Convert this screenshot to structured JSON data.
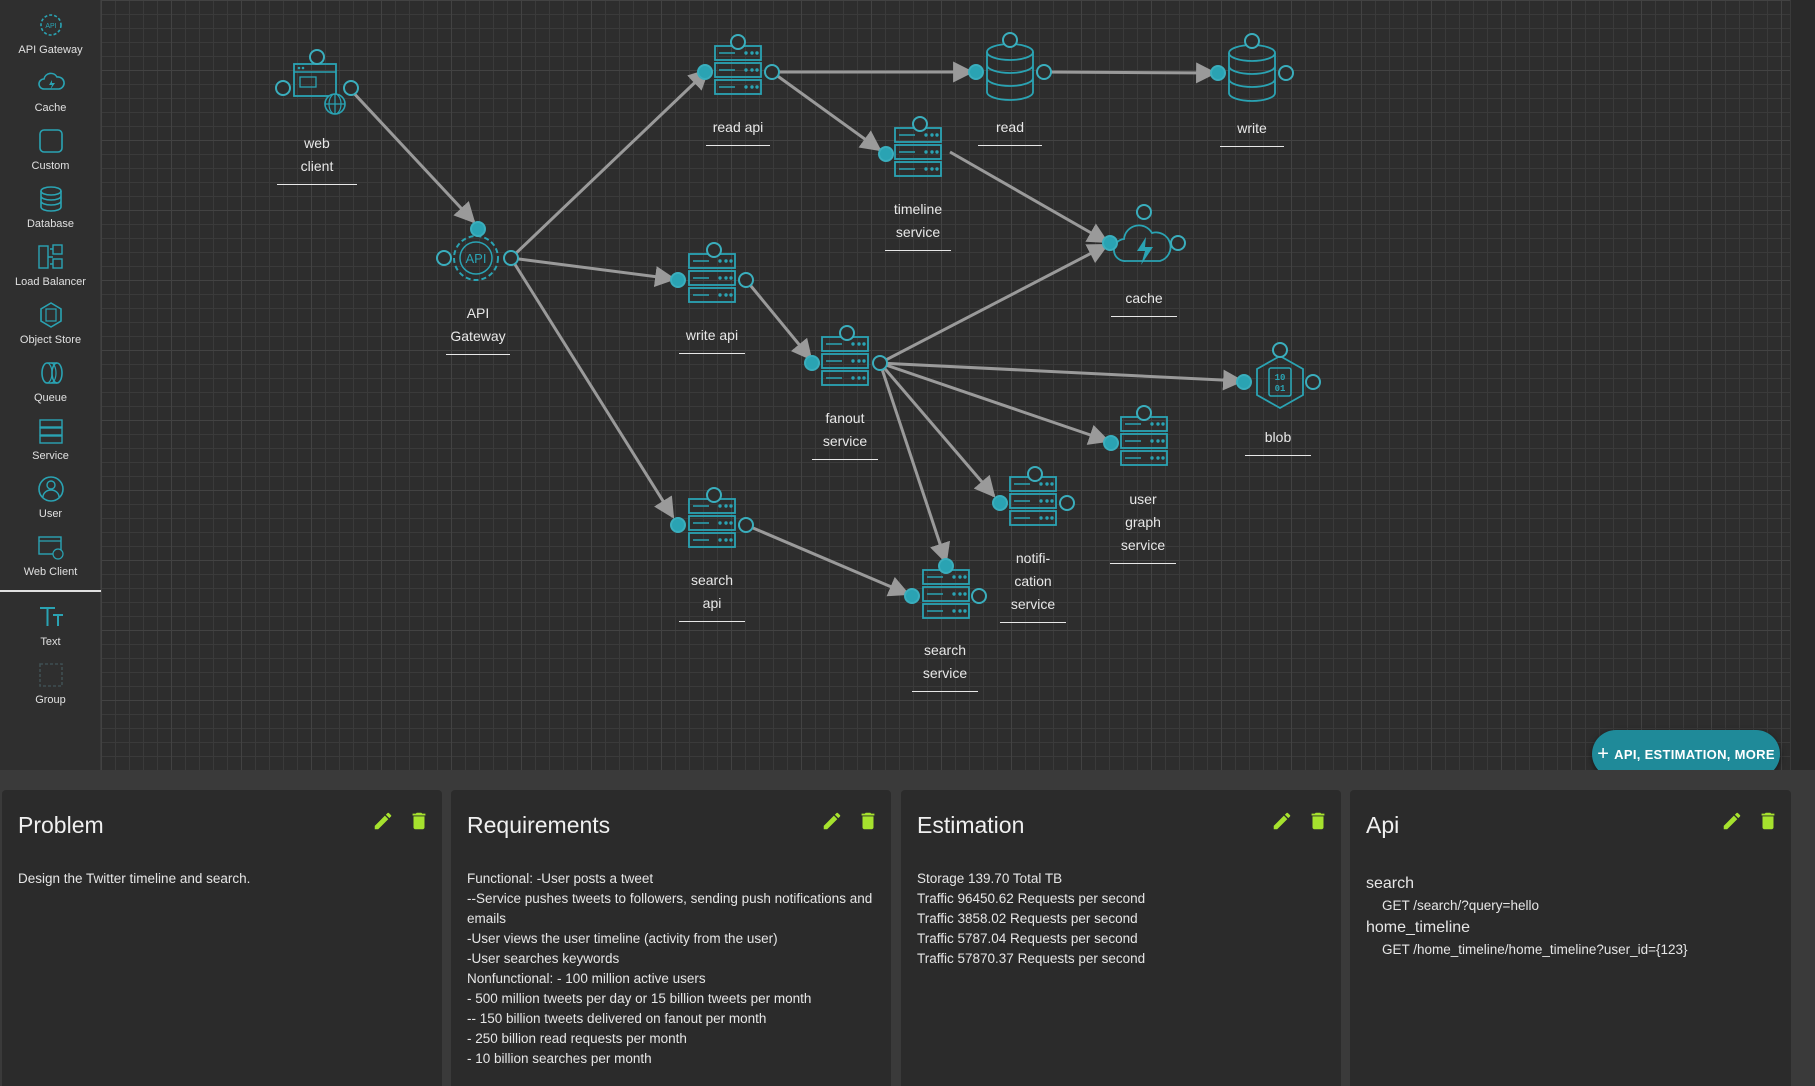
{
  "palette": [
    {
      "label": "API Gateway",
      "icon": "api-gateway-icon"
    },
    {
      "label": "Cache",
      "icon": "cache-icon"
    },
    {
      "label": "Custom",
      "icon": "custom-icon"
    },
    {
      "label": "Database",
      "icon": "database-icon"
    },
    {
      "label": "Load Balancer",
      "icon": "load-balancer-icon"
    },
    {
      "label": "Object Store",
      "icon": "object-store-icon"
    },
    {
      "label": "Queue",
      "icon": "queue-icon"
    },
    {
      "label": "Service",
      "icon": "service-icon"
    },
    {
      "label": "User",
      "icon": "user-icon"
    },
    {
      "label": "Web Client",
      "icon": "web-client-icon"
    },
    {
      "label": "Text",
      "icon": "text-icon"
    },
    {
      "label": "Group",
      "icon": "group-icon"
    }
  ],
  "nodes": {
    "web_client": {
      "line1": "web",
      "line2": "client"
    },
    "api_gateway": {
      "line1": "API",
      "line2": "Gateway"
    },
    "read_api": {
      "line1": "read api"
    },
    "write_api": {
      "line1": "write api"
    },
    "search_api": {
      "line1": "search",
      "line2": "api"
    },
    "read_db": {
      "line1": "read"
    },
    "write_db": {
      "line1": "write"
    },
    "timeline_service": {
      "line1": "timeline",
      "line2": "service"
    },
    "cache": {
      "line1": "cache"
    },
    "fanout_service": {
      "line1": "fanout",
      "line2": "service"
    },
    "blob": {
      "line1": "blob"
    },
    "user_graph_service": {
      "line1": "user",
      "line2": "graph",
      "line3": "service"
    },
    "notification_service": {
      "line1": "notifi-",
      "line2": "cation",
      "line3": "service"
    },
    "search_service": {
      "line1": "search",
      "line2": "service"
    }
  },
  "fab": {
    "label": "API, ESTIMATION, MORE"
  },
  "colors": {
    "accent": "#2aa3b3",
    "fab": "#1f8a99",
    "edit": "#a6e22e",
    "edge": "#9a9a9a"
  },
  "panels": {
    "problem": {
      "title": "Problem",
      "text": "Design the Twitter timeline and search."
    },
    "requirements": {
      "title": "Requirements",
      "lines": [
        "Functional: -User posts a tweet",
        "--Service pushes tweets to followers, sending push notifications and emails",
        "-User views the user timeline (activity from the user)",
        "-User searches keywords",
        "Nonfunctional: - 100 million active users",
        "- 500 million tweets per day or 15 billion tweets per month",
        "-- 150 billion tweets delivered on fanout per month",
        "- 250 billion read requests per month",
        "- 10 billion searches per month"
      ]
    },
    "estimation": {
      "title": "Estimation",
      "lines": [
        "Storage 139.70 Total TB",
        "Traffic 96450.62 Requests per second",
        "Traffic 3858.02 Requests per second",
        "Traffic 5787.04 Requests per second",
        "Traffic 57870.37 Requests per second"
      ]
    },
    "api": {
      "title": "Api",
      "endpoints": [
        {
          "name": "search",
          "route": "GET /search/?query=hello"
        },
        {
          "name": "home_timeline",
          "route": "GET /home_timeline/home_timeline?user_id={123}"
        }
      ]
    }
  }
}
